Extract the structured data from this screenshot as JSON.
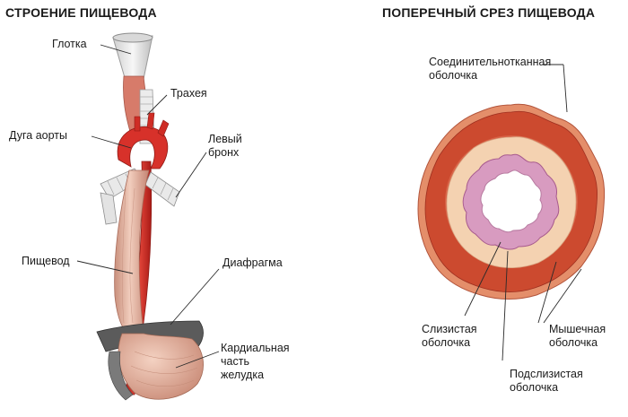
{
  "titles": {
    "left": "СТРОЕНИЕ ПИЩЕВОДА",
    "right": "ПОПЕРЕЧНЫЙ СРЕЗ ПИЩЕВОДА"
  },
  "labels": {
    "pharynx": "Глотка",
    "trachea": "Трахея",
    "aortic_arch": "Дуга аорты",
    "left_bronchus_1": "Левый",
    "left_bronchus_2": "бронх",
    "esophagus": "Пищевод",
    "diaphragm": "Диафрагма",
    "cardia_1": "Кардиальная",
    "cardia_2": "часть",
    "cardia_3": "желудка",
    "connective_1": "Соединительнотканная",
    "connective_2": "оболочка",
    "mucosa_1": "Слизистая",
    "mucosa_2": "оболочка",
    "muscular_1": "Мышечная",
    "muscular_2": "оболочка",
    "submucosa_1": "Подслизистая",
    "submucosa_2": "оболочка"
  },
  "colors": {
    "muscle": "#c9452c",
    "muscle_dark": "#9e2f1f",
    "connective": "#e58f6a",
    "submucosa": "#f3cfae",
    "mucosa": "#d99bc0",
    "mucosa_edge": "#b56a9a",
    "esophagus": "#e7b7a4",
    "aorta": "#d8322a",
    "trachea": "#e6e6e6",
    "diaphragm": "#555555",
    "stomach": "#e8b8a4"
  }
}
